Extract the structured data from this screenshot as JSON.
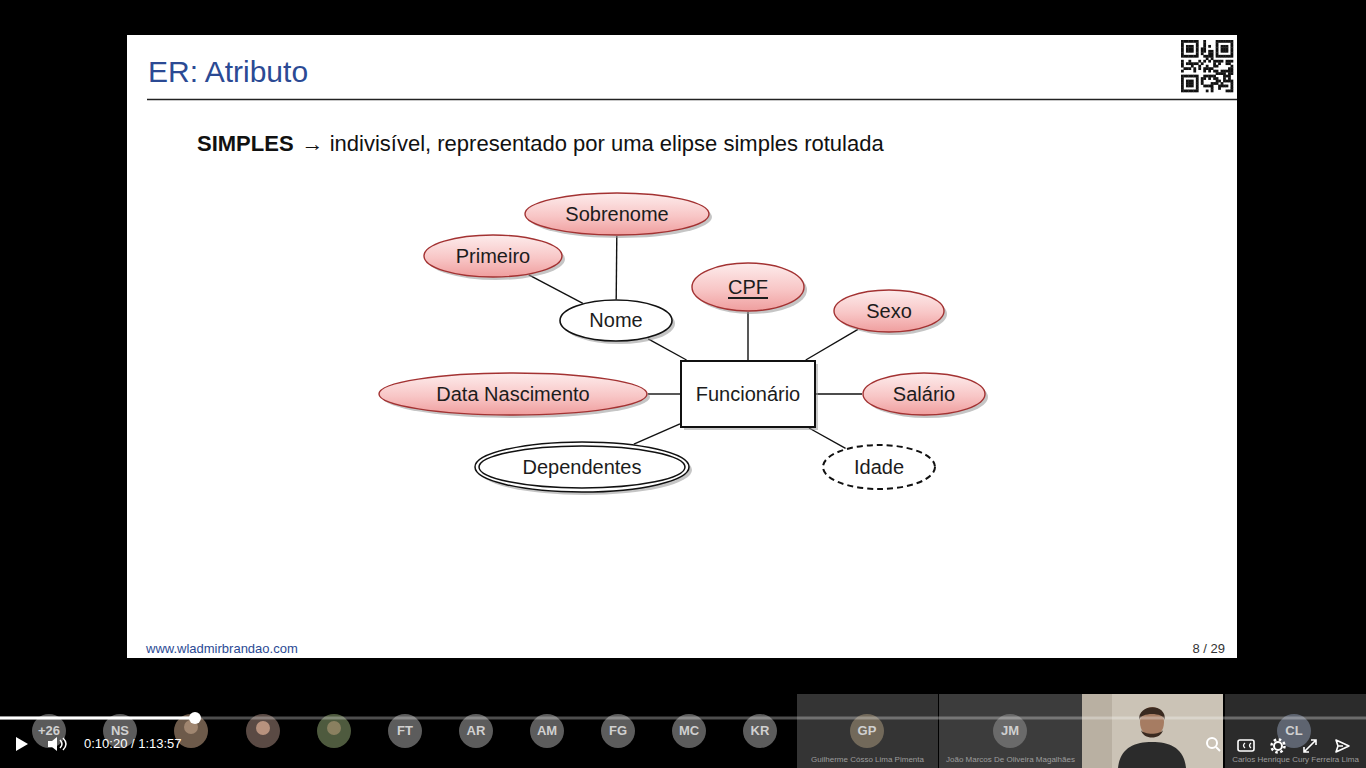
{
  "diagram": {
    "nodes": [
      {
        "text": [
          "Sobrenome"
        ]
      },
      {
        "text": [
          "Primeiro"
        ]
      },
      {
        "text": [
          "CPF"
        ]
      },
      {
        "text": [
          "Sexo"
        ]
      },
      {
        "text": [
          "Nome"
        ]
      },
      {
        "text": [
          "Data Nascimento"
        ]
      },
      {
        "text": [
          "Funcionário"
        ]
      },
      {
        "text": [
          "Salário"
        ]
      },
      {
        "text": [
          "Dependentes"
        ]
      },
      {
        "text": [
          "Idade"
        ]
      },
      {
        "text": [
          "+26"
        ]
      },
      {
        "text": [
          "NS"
        ]
      },
      {
        "text": [
          "FT"
        ]
      },
      {
        "text": [
          "AR"
        ]
      },
      {
        "text": [
          "AM"
        ]
      },
      {
        "text": [
          "FG"
        ]
      },
      {
        "text": [
          "MC"
        ]
      },
      {
        "text": [
          "KR"
        ]
      },
      {
        "text": [
          "Guilherme Cósso Lima Pimenta"
        ]
      },
      {
        "text": [
          "GP"
        ],
        "in": 18
      },
      {
        "text": [
          "João Marcos De Oliveira Magalhães"
        ]
      },
      {
        "text": [
          "JM"
        ],
        "in": 20
      },
      {
        "text": [
          "Carlos Henrique Cury Ferreira Lima"
        ]
      },
      {
        "text": [
          "CL"
        ],
        "in": 22
      }
    ],
    "edges": [
      {
        "from": 0,
        "to": 4,
        "arrow": "none"
      },
      {
        "from": 1,
        "to": 4,
        "arrow": "none"
      },
      {
        "from": 2,
        "to": 6,
        "arrow": "none"
      },
      {
        "from": 3,
        "to": 6,
        "arrow": "none"
      },
      {
        "from": 4,
        "to": 6,
        "arrow": "none"
      },
      {
        "from": 5,
        "to": 6,
        "arrow": "none"
      },
      {
        "from": 7,
        "to": 6,
        "arrow": "none"
      },
      {
        "from": 8,
        "to": 6,
        "arrow": "none"
      },
      {
        "from": 9,
        "to": 6,
        "arrow": "none"
      }
    ],
    "labels": [
      "ER: Atributo",
      "SIMPLES",
      "→ indivisível, representado por uma elipse simples rotulada",
      "www.wladmirbrandao.com",
      "8 / 29",
      "0:10:20 / 1:13:57"
    ]
  }
}
